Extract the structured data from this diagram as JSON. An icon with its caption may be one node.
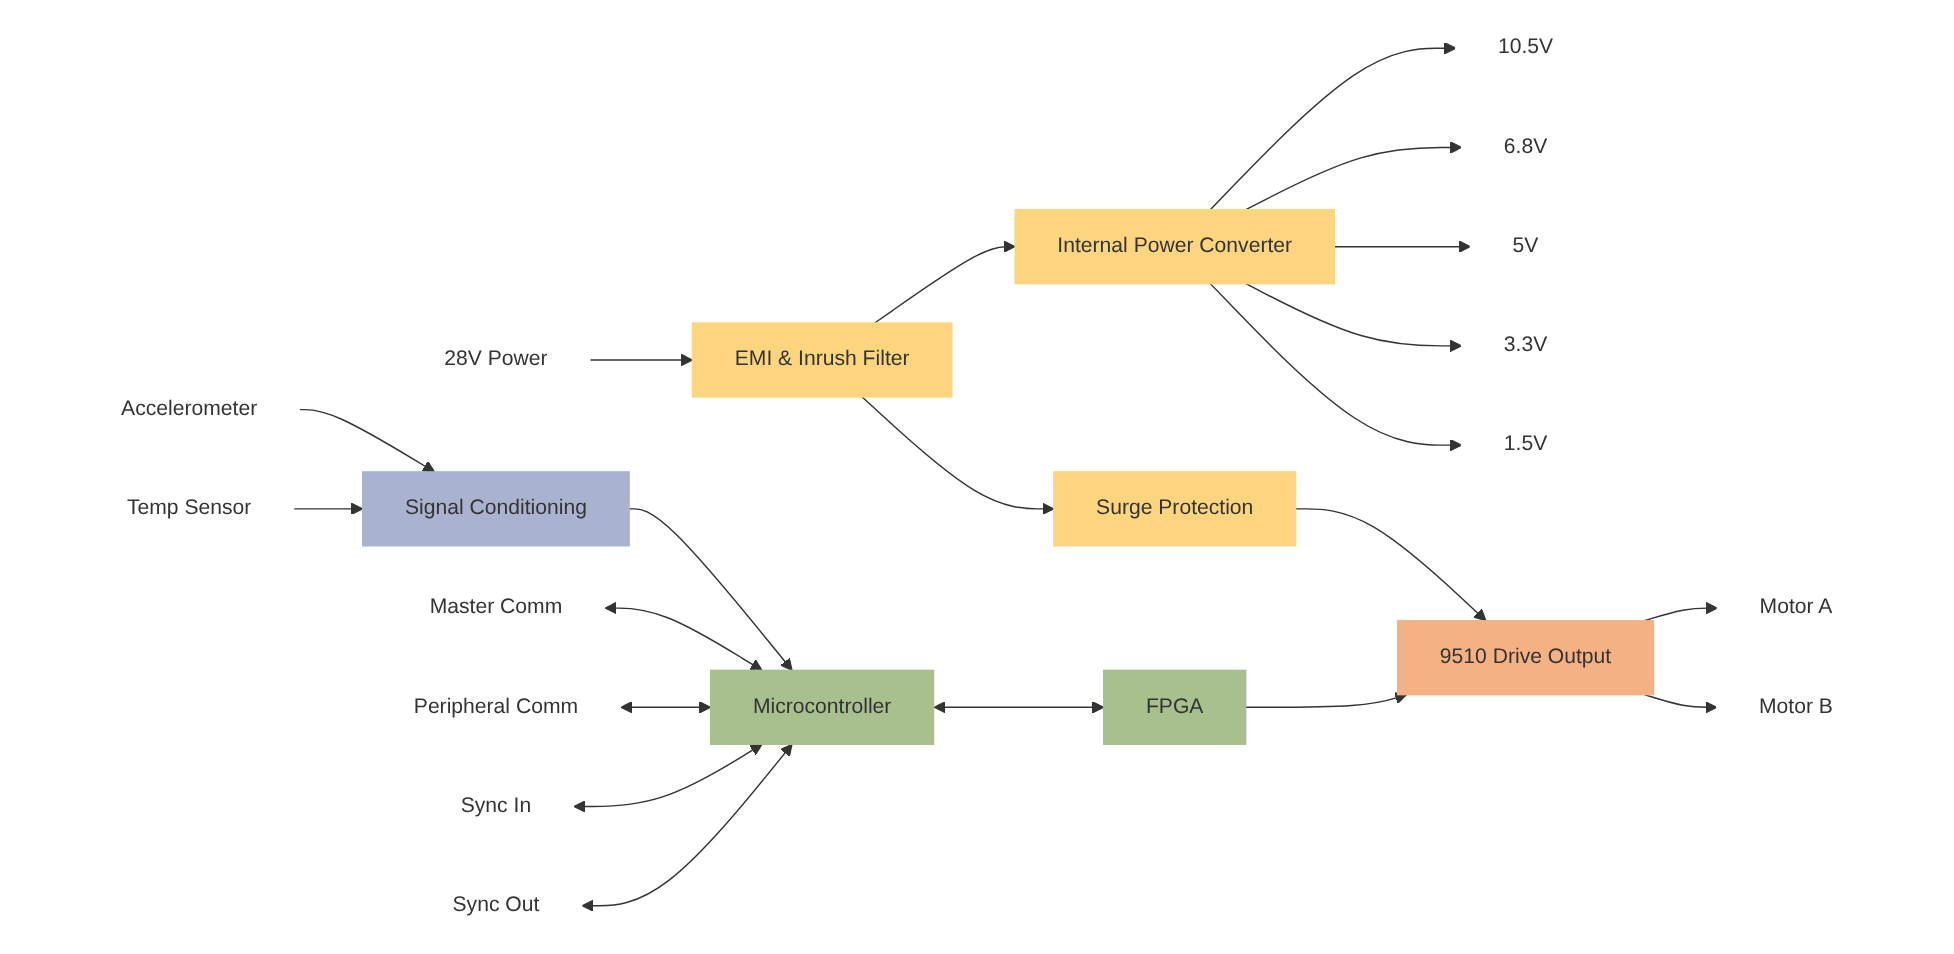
{
  "diagram": {
    "nodes": [
      {
        "text": [
          "28V Power"
        ]
      },
      {
        "text": [
          "EMI & Inrush Filter"
        ]
      },
      {
        "text": [
          "Internal Power Converter"
        ]
      },
      {
        "text": [
          "10.5V"
        ]
      },
      {
        "text": [
          "6.8V"
        ]
      },
      {
        "text": [
          "5V"
        ]
      },
      {
        "text": [
          "3.3V"
        ]
      },
      {
        "text": [
          "1.5V"
        ]
      },
      {
        "text": [
          "Signal Conditioning"
        ]
      },
      {
        "text": [
          "Accelerometer"
        ]
      },
      {
        "text": [
          "Temp Sensor"
        ]
      },
      {
        "text": [
          "Surge Protection"
        ]
      },
      {
        "text": [
          "Microcontroller"
        ]
      },
      {
        "text": [
          "FPGA"
        ]
      },
      {
        "text": [
          "9510 Drive Output"
        ]
      },
      {
        "text": [
          "Master Comm"
        ]
      },
      {
        "text": [
          "Peripheral Comm"
        ]
      },
      {
        "text": [
          "Sync In"
        ]
      },
      {
        "text": [
          "Sync Out"
        ]
      },
      {
        "text": [
          "Motor A"
        ]
      },
      {
        "text": [
          "Motor B"
        ]
      }
    ],
    "edges": [
      {
        "from": 0,
        "to": 1,
        "arrow": "to"
      },
      {
        "from": 1,
        "to": 2,
        "arrow": "to"
      },
      {
        "from": 1,
        "to": 11,
        "arrow": "to"
      },
      {
        "from": 2,
        "to": 3,
        "arrow": "to"
      },
      {
        "from": 2,
        "to": 4,
        "arrow": "to"
      },
      {
        "from": 2,
        "to": 5,
        "arrow": "to"
      },
      {
        "from": 2,
        "to": 6,
        "arrow": "to"
      },
      {
        "from": 2,
        "to": 7,
        "arrow": "to"
      },
      {
        "from": 9,
        "to": 8,
        "arrow": "to"
      },
      {
        "from": 10,
        "to": 8,
        "arrow": "to"
      },
      {
        "from": 8,
        "to": 12,
        "arrow": "to"
      },
      {
        "from": 11,
        "to": 14,
        "arrow": "to"
      },
      {
        "from": 15,
        "to": 12,
        "arrow": "both"
      },
      {
        "from": 16,
        "to": 12,
        "arrow": "both"
      },
      {
        "from": 17,
        "to": 12,
        "arrow": "both"
      },
      {
        "from": 18,
        "to": 12,
        "arrow": "both"
      },
      {
        "from": 12,
        "to": 13,
        "arrow": "both"
      },
      {
        "from": 13,
        "to": 14,
        "arrow": "to"
      },
      {
        "from": 14,
        "to": 19,
        "arrow": "to"
      },
      {
        "from": 14,
        "to": 20,
        "arrow": "to"
      }
    ]
  }
}
